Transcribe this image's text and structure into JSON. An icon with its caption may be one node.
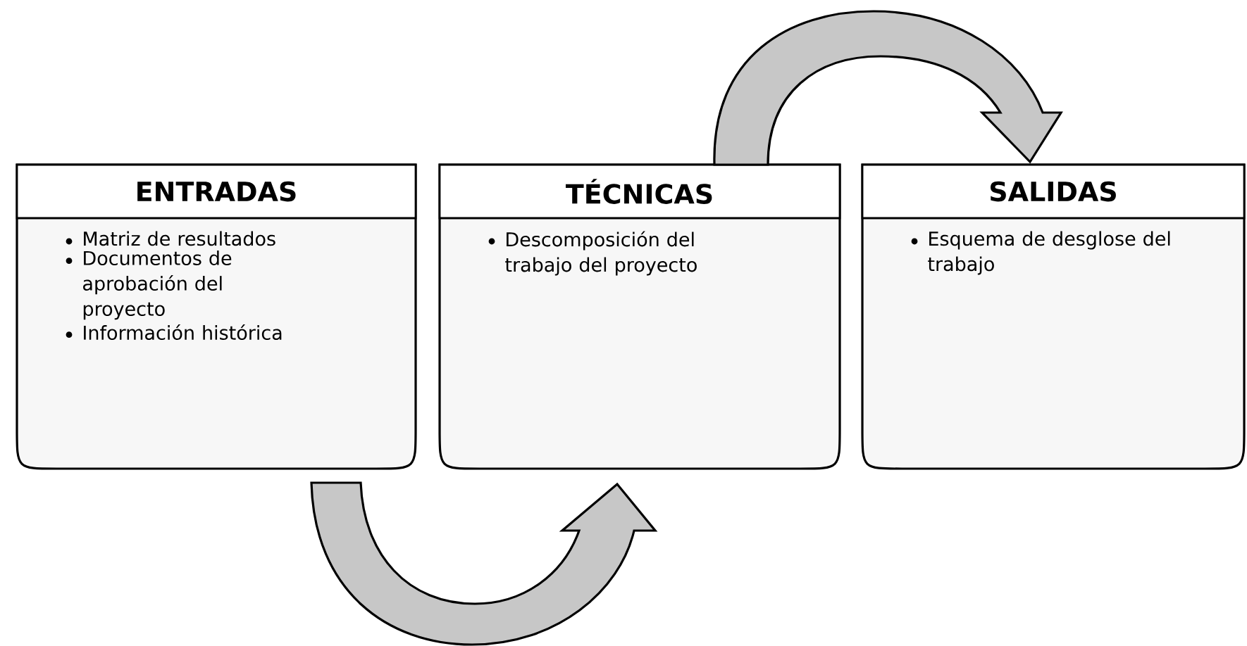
{
  "diagram": {
    "nodes": [
      {
        "text": [
          "ENTRADAS",
          "Matriz de resultados",
          "Documentos de aprobación del proyecto",
          "Información histórica"
        ]
      },
      {
        "text": [
          "TÉCNICAS",
          "Descomposición del trabajo del proyecto"
        ]
      },
      {
        "text": [
          "SALIDAS",
          "Esquema de desglose del trabajo"
        ]
      }
    ],
    "edges": [
      {
        "from": 0,
        "to": 1,
        "arrow": "to"
      },
      {
        "from": 1,
        "to": 2,
        "arrow": "to"
      }
    ]
  }
}
